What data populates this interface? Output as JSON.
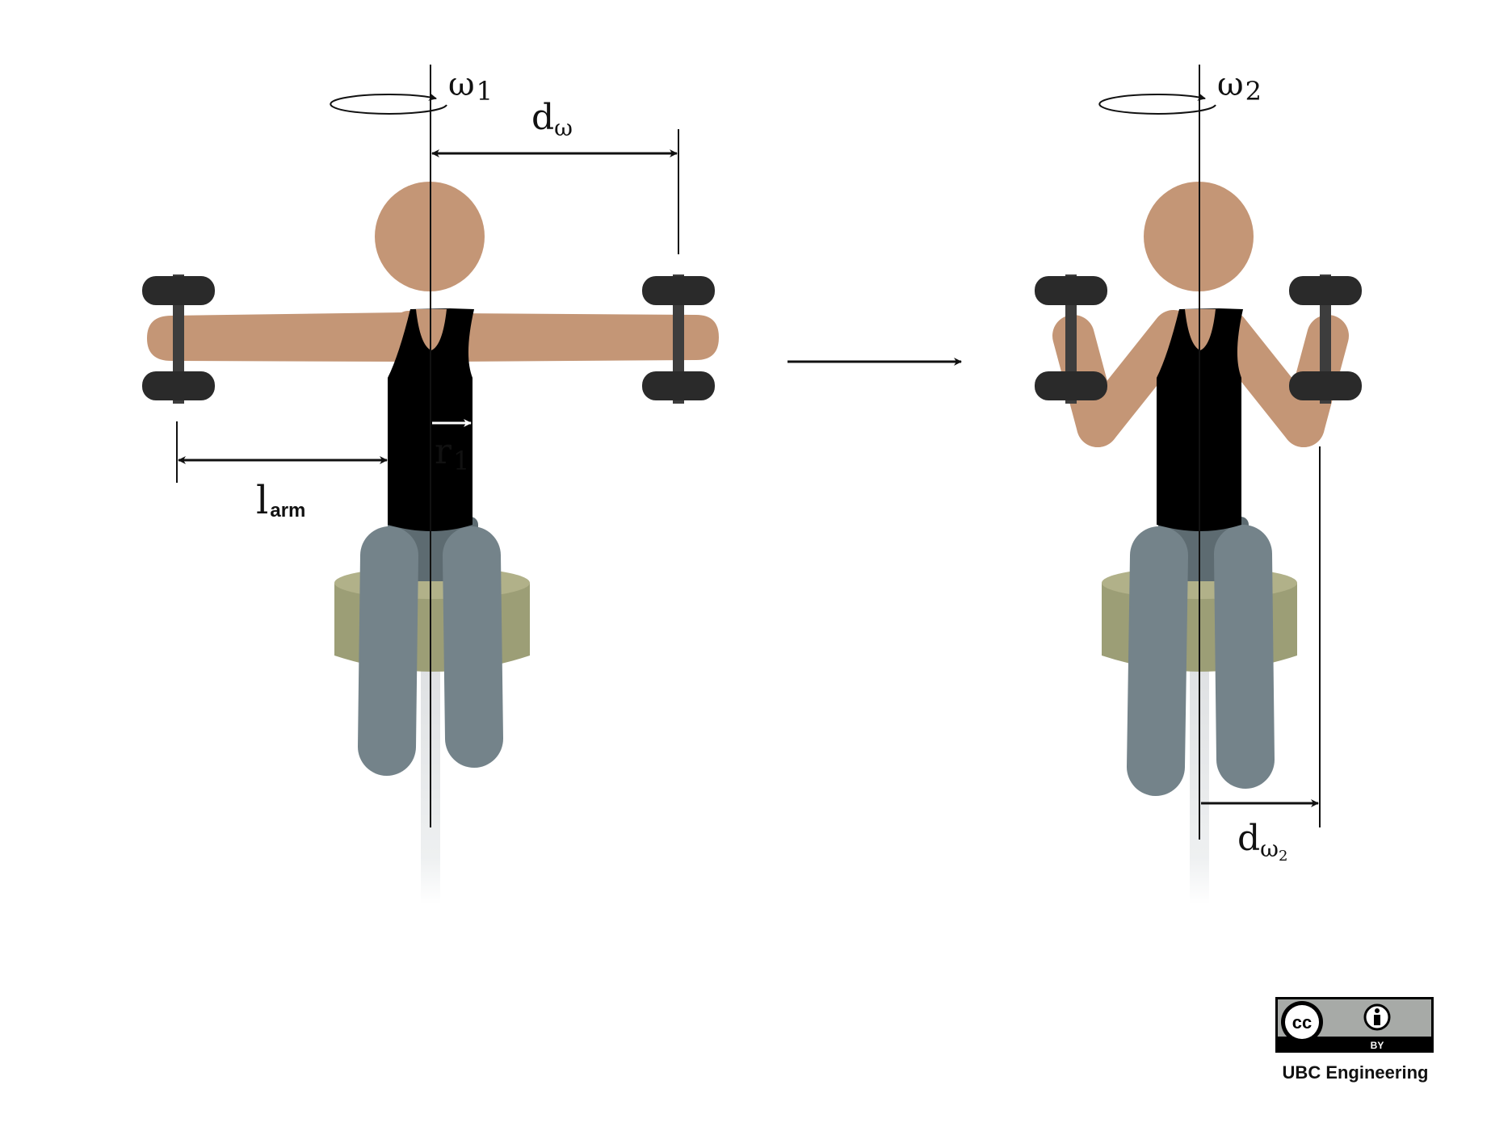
{
  "colors": {
    "skin": "#c49676",
    "shirt": "#000000",
    "pants": "#74838a",
    "pants_dark": "#5d6b71",
    "stool_top": "#b1b189",
    "stool_side": "#9c9e76",
    "dumbbell": "#2a2a2a",
    "dumbbell_bar": "#3d3d3d",
    "axis": "#111111",
    "pole": "#e1e3e5",
    "license_gray": "#a7aaa7"
  },
  "labels": {
    "omega1": {
      "base": "ω",
      "sub": "1"
    },
    "omega2": {
      "base": "ω",
      "sub": "2"
    },
    "d_omega": {
      "base": "d",
      "sub": "ω"
    },
    "r1": {
      "base": "r",
      "sub": "1"
    },
    "l_arm": {
      "base": "l",
      "sub": "arm"
    },
    "d_omega2": {
      "base": "d",
      "sub": "ω",
      "subsub": "2"
    }
  },
  "license": {
    "cc_text": "cc",
    "by_text": "BY",
    "person_icon": "person-icon",
    "credit": "UBC Engineering"
  }
}
